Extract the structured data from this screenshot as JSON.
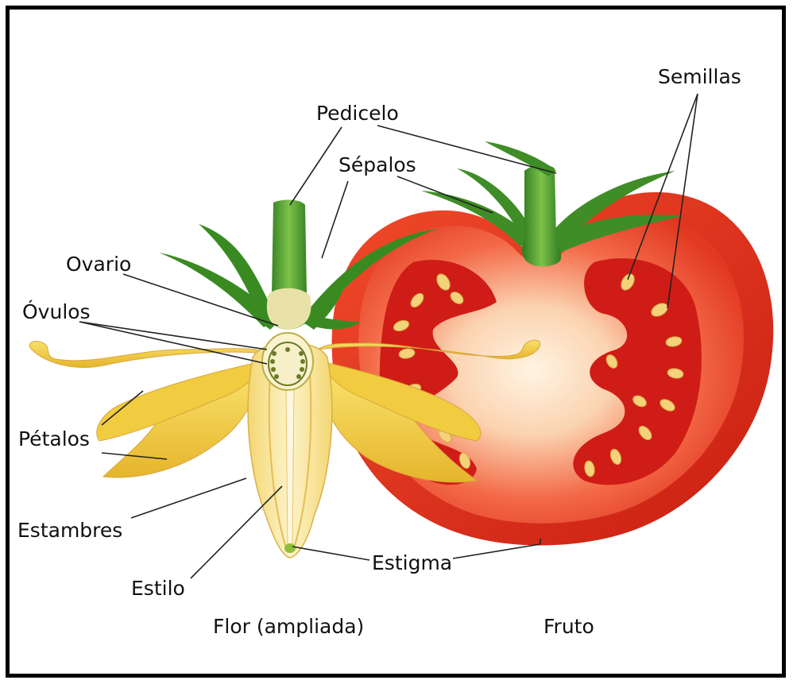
{
  "labels": {
    "semillas": "Semillas",
    "pedicelo": "Pedicelo",
    "sepalos": "Sépalos",
    "ovario": "Ovario",
    "ovulos": "Óvulos",
    "petalos": "Pétalos",
    "estambres": "Estambres",
    "estilo": "Estilo",
    "estigma": "Estigma"
  },
  "captions": {
    "flower": "Flor (ampliada)",
    "fruit": "Fruto"
  },
  "colors": {
    "tomato_skin": "#e8301c",
    "tomato_flesh": "#f25a38",
    "tomato_core": "#fde9cf",
    "locule": "#d61e18",
    "seed": "#f3d27a",
    "stem_green": "#4f9a2e",
    "petal_yellow": "#f6d64a",
    "flower_body": "#fbe9a6",
    "leader_line": "#222222"
  }
}
